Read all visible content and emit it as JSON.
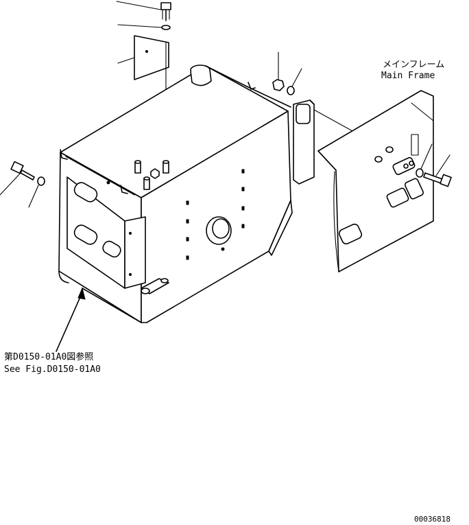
{
  "labels": {
    "main_frame_jp": "メインフレーム",
    "main_frame_en": "Main Frame",
    "see_fig_jp": "第D0150-01A0図参照",
    "see_fig_en": "See Fig.D0150-01A0",
    "drawing_number": "00036818"
  },
  "colors": {
    "line": "#000000",
    "background": "#ffffff"
  }
}
